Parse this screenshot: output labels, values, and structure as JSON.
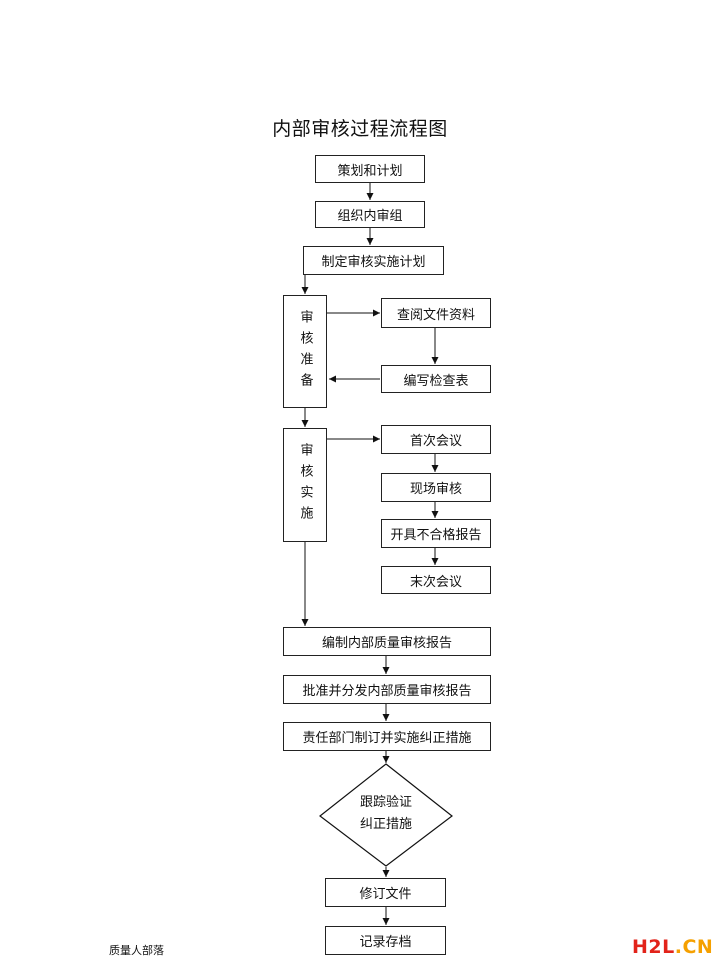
{
  "title": "内部审核过程流程图",
  "steps": {
    "plan": "策划和计划",
    "team": "组织内审组",
    "make_plan": "制定审核实施计划",
    "prep": "审核准备",
    "review_docs": "查阅文件资料",
    "checklist": "编写检查表",
    "impl": "审核实施",
    "first_meeting": "首次会议",
    "onsite": "现场审核",
    "nc_report": "开具不合格报告",
    "last_meeting": "末次会议",
    "compile_report": "编制内部质量审核报告",
    "approve_report": "批准并分发内部质量审核报告",
    "corrective": "责任部门制订并实施纠正措施",
    "verify_line1": "跟踪验证",
    "verify_line2": "纠正措施",
    "revise": "修订文件",
    "archive": "记录存档"
  },
  "footer": {
    "source": "质量人部落",
    "logo_part1": "H2L",
    "logo_part2": ".CN"
  }
}
